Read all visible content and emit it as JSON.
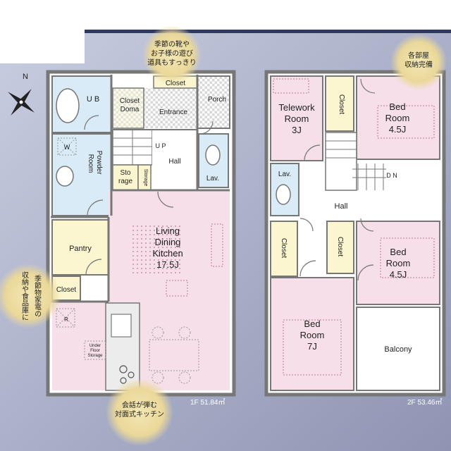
{
  "floor1": {
    "area": "1F 51.84㎡",
    "rooms": {
      "ub": "U B",
      "closet_doma": [
        "Closet",
        "Doma"
      ],
      "closet_top": "Closet",
      "entrance": "Entrance",
      "porch": "Porch",
      "powder_room": [
        "Powder",
        "Room"
      ],
      "w": "W",
      "storage_small": [
        "Sto",
        "rage"
      ],
      "storage_vertical": "Storage",
      "up": "U P",
      "hall": "Hall",
      "lav": "Lav.",
      "pantry": "Pantry",
      "closet_left": "Closet",
      "ldk": [
        "Living",
        "Dining",
        "Kitchen",
        "17.5J"
      ],
      "r": "R",
      "underfloor": [
        "Under",
        "Floor",
        "Storage"
      ]
    }
  },
  "floor2": {
    "area": "2F 53.46㎡",
    "rooms": {
      "telework": [
        "Telework",
        "Room",
        "3J"
      ],
      "closet_a": "Closet",
      "bed1": [
        "Bed",
        "Room",
        "4.5J"
      ],
      "lav": "Lav.",
      "dn": "D N",
      "hall": "Hall",
      "closet_b": "Closet",
      "closet_c": "Closet",
      "bed2": [
        "Bed",
        "Room",
        "4.5J"
      ],
      "bed3": [
        "Bed",
        "Room",
        "7J"
      ],
      "balcony": "Balcony"
    }
  },
  "callouts": {
    "shoes": [
      "季節の靴や",
      "お子様の遊び",
      "道具もすっきり"
    ],
    "storage": [
      "各部屋",
      "収納完備"
    ],
    "kitchen": [
      "会話が弾む",
      "対面式キッチン"
    ],
    "pantry": [
      "季節物家電の",
      "収納や食品庫に"
    ]
  },
  "compass": {
    "north": "N"
  },
  "colors": {
    "pink": "#f6dfe8",
    "blue": "#d9ebf7",
    "yellow": "#fbf6cf",
    "wall": "#7a7a7a",
    "callout": "#e9d98f",
    "background": "#9fa5bc"
  }
}
